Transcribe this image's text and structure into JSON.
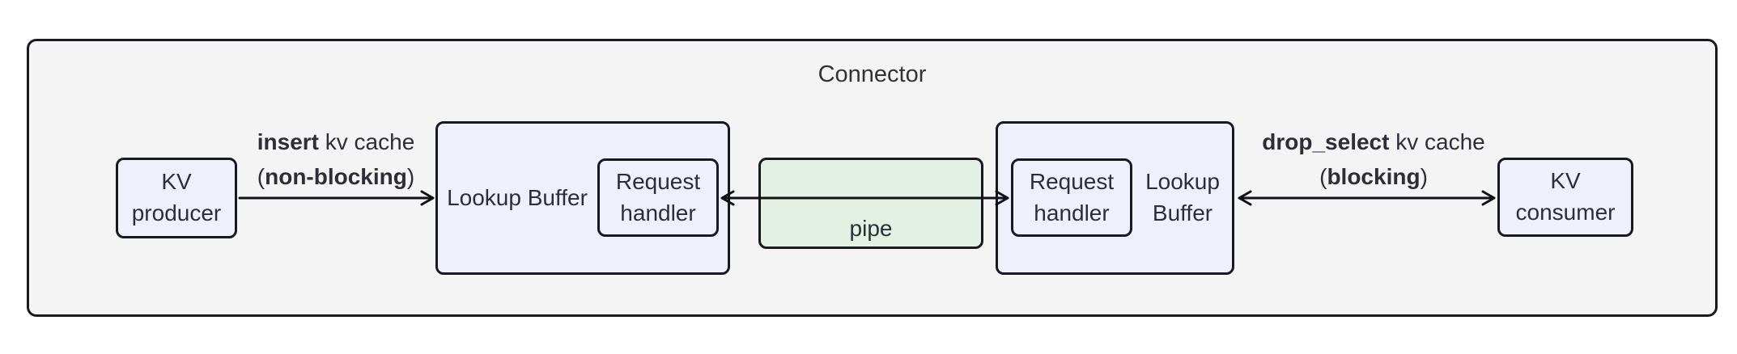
{
  "diagram": {
    "title": "Connector",
    "nodes": {
      "kv_producer": "KV producer",
      "lookup_buffer_left": "Lookup Buffer",
      "request_handler_left": "Request handler",
      "pipe": "pipe",
      "request_handler_right": "Request handler",
      "lookup_buffer_right": "Lookup Buffer",
      "kv_consumer": "KV consumer"
    },
    "edges": {
      "insert": {
        "bold": "insert",
        "rest": " kv cache",
        "l2_open": "(",
        "l2_bold": "non-blocking",
        "l2_close": ")"
      },
      "drop_select": {
        "bold": "drop_select",
        "rest": " kv cache",
        "l2_open": "(",
        "l2_bold": "blocking",
        "l2_close": ")"
      }
    },
    "colors": {
      "outer_fill": "#f4f4f4",
      "node_fill": "#eef1fb",
      "pipe_fill": "#e3f0e4",
      "border": "#191920",
      "text": "#2e2e38"
    }
  }
}
